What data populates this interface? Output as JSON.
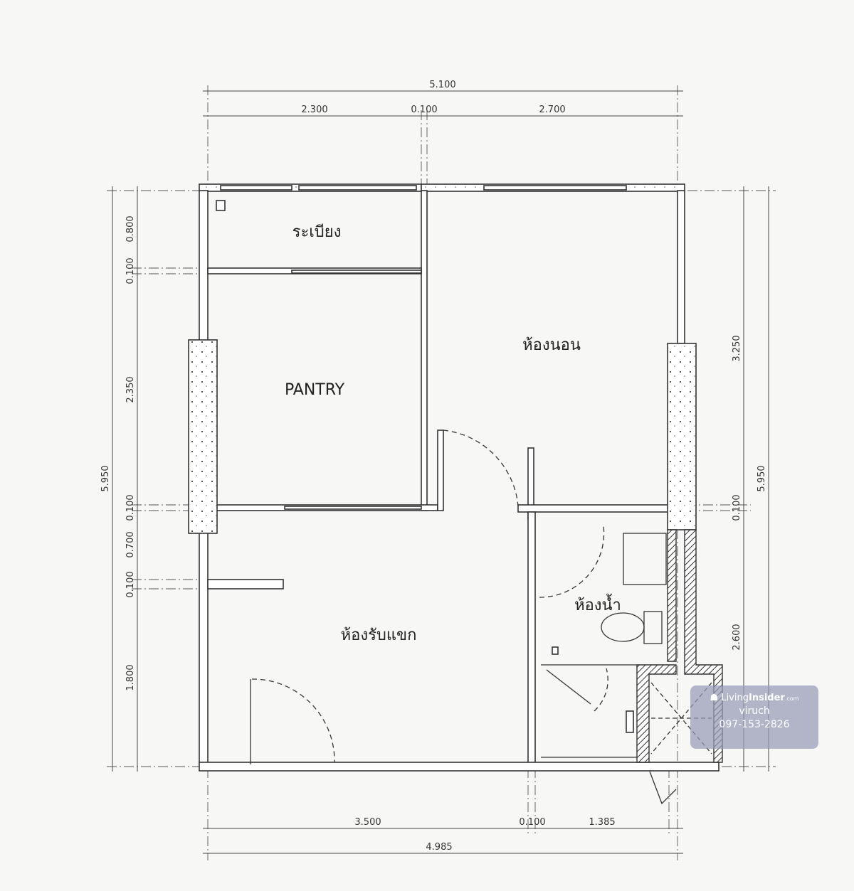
{
  "rooms": {
    "balcony": "ระเบียง",
    "pantry": "PANTRY",
    "bedroom": "ห้องนอน",
    "bathroom": "ห้องน้ำ",
    "living": "ห้องรับแขก"
  },
  "dimensions": {
    "top_total": "5.100",
    "top_segments": [
      "2.300",
      "0.100",
      "2.700"
    ],
    "left_total": "5.950",
    "left_segments": [
      "0.800",
      "0.100",
      "2.350",
      "0.100",
      "0.700",
      "0.100",
      "1.800"
    ],
    "right_total": "5.950",
    "right_segments": [
      "3.250",
      "0.100",
      "2.600"
    ],
    "bottom_segments": [
      "3.500",
      "0.100",
      "1.385"
    ],
    "bottom_total": "4.985"
  },
  "watermark": {
    "brand_light": "Living",
    "brand_bold": "Insider",
    "brand_suffix": ".com",
    "user": "viruch",
    "phone": "097-153-2826"
  }
}
